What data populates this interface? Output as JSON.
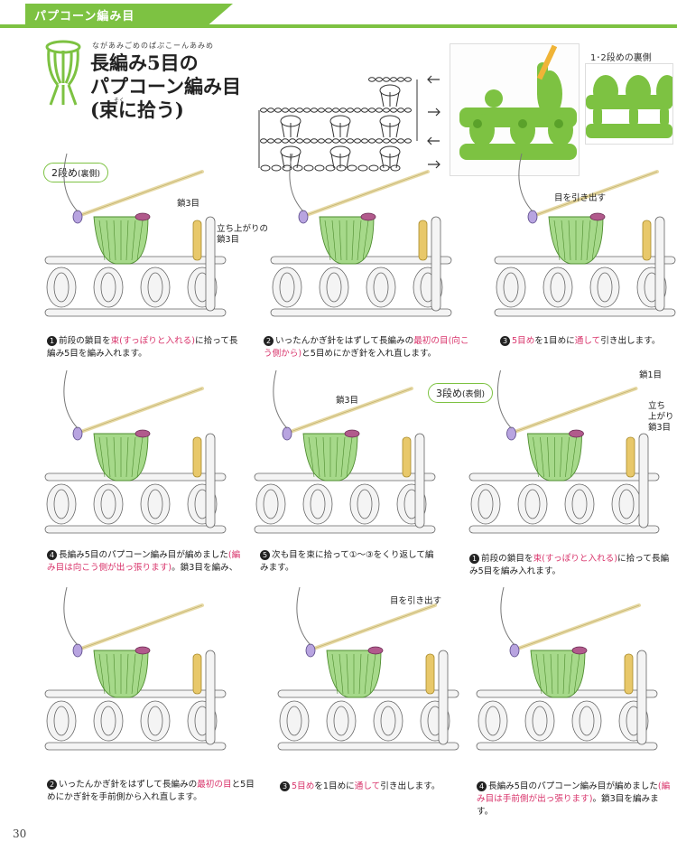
{
  "header": {
    "title": "パプコーン編み目"
  },
  "title": {
    "ruby": "ながあみごめのぱぷこーんあみめ",
    "line1": "長編み5目の",
    "line2": "パプコーン編み目",
    "line3": "(束に拾う)",
    "ruby2": "そく"
  },
  "photo": {
    "label": "1･2段めの裏側"
  },
  "sections": {
    "row2": {
      "label": "2段め",
      "side": "(裏側)"
    },
    "row3": {
      "label": "3段め",
      "side": "(表側)"
    }
  },
  "labels": {
    "chain3": "鎖3目",
    "turning_chain": "立ち上がりの",
    "turning_chain2": "鎖3目",
    "pull_yarn": "目を引き出す",
    "chain1": "鎖1目",
    "turning_v1": "立ち",
    "turning_v2": "上がり",
    "turning_v3": "鎖3目"
  },
  "steps": [
    {
      "num": "1",
      "pre": "前段の鎖目を",
      "red": "束(すっぽりと入れる)",
      "post": "に拾って長編み5目を編み入れます。"
    },
    {
      "num": "2",
      "pre": "いったんかぎ針をはずして長編みの",
      "red": "最初の目(向こう側から)",
      "post": "と5目めにかぎ針を入れ直します。"
    },
    {
      "num": "3",
      "red": "5目め",
      "mid": "を1目めに",
      "red2": "通して",
      "post": "引き出します。"
    },
    {
      "num": "4",
      "pre": "長編み5目のパプコーン編み目が編めました",
      "red": "(編み目は向こう側が出っ張ります)",
      "post": "。鎖3目を編み、"
    },
    {
      "num": "5",
      "pre": "次も目を束に拾って①〜③をくり返して編みます。"
    },
    {
      "num": "1",
      "pre": "前段の鎖目を",
      "red": "束(すっぽりと入れる)",
      "post": "に拾って長編み5目を編み入れます。"
    },
    {
      "num": "2",
      "pre": "いったんかぎ針をはずして長編みの",
      "red": "最初の目",
      "post": "と5目めにかぎ針を手前側から入れ直します。"
    },
    {
      "num": "3",
      "red": "5目め",
      "mid": "を1目めに",
      "red2": "通して",
      "post": "引き出します。"
    },
    {
      "num": "4",
      "pre": "長編み5目のパプコーン編み目が編めました",
      "red": "(編み目は手前側が出っ張ります)",
      "post": "。鎖3目を編みます。"
    }
  ],
  "page_number": "30",
  "colors": {
    "accent": "#7dc242",
    "highlight": "#d9356c",
    "yarn_green": "#a6d98a",
    "yarn_purple": "#b15a8c",
    "yarn_yellow": "#e8c86a"
  }
}
